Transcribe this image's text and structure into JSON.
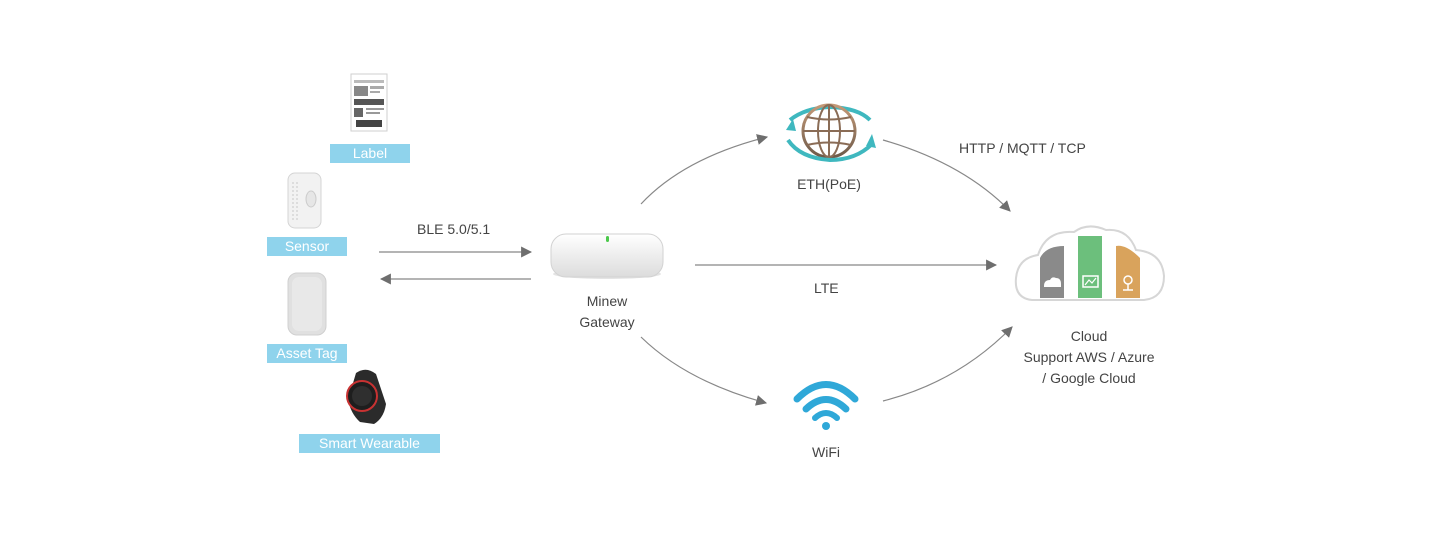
{
  "devices": {
    "label": "Label",
    "sensor": "Sensor",
    "asset_tag": "Asset Tag",
    "smart_wearable": "Smart Wearable"
  },
  "links": {
    "ble": "BLE 5.0/5.1",
    "lte": "LTE",
    "protocols": "HTTP / MQTT / TCP"
  },
  "gateway": {
    "line1": "Minew",
    "line2": "Gateway"
  },
  "eth": "ETH(PoE)",
  "wifi": "WiFi",
  "cloud": {
    "line1": "Cloud",
    "line2": "Support AWS / Azure",
    "line3": "/ Google Cloud"
  },
  "colors": {
    "badge": "#8fd3ec",
    "arrow": "#777777",
    "teal": "#3fb8bf",
    "wifi": "#2fa8d8",
    "cloud_gray": "#8a8a8a",
    "cloud_green": "#6cbf7c",
    "cloud_orange": "#d9a35c"
  }
}
